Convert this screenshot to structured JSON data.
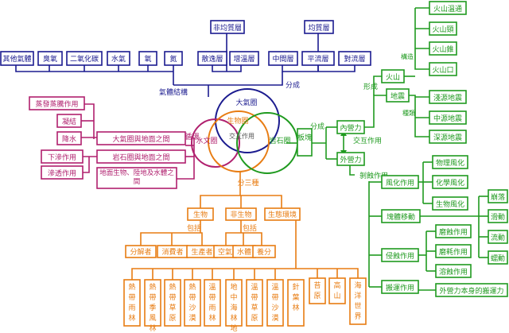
{
  "atmosphere": {
    "items": [
      "其他氣體",
      "臭氧",
      "二氧化碳",
      "水氣",
      "氧",
      "氮"
    ],
    "structure_label": "氣體結構",
    "divide_label": "分成",
    "non_uniform": {
      "title": "非均質層",
      "items": [
        "散逸層",
        "增溫層"
      ]
    },
    "uniform": {
      "title": "均質層",
      "items": [
        "中間層",
        "平流層",
        "對流層"
      ]
    }
  },
  "venn": {
    "atmosphere": "大氣圈",
    "hydrosphere": "水文圈",
    "biosphere": "生物圈",
    "lithosphere": "岩石圈",
    "center": "交互作用",
    "water_cycle": "水循環",
    "three_types": "分三種"
  },
  "water": {
    "processes": [
      "蒸發蒸騰作用",
      "凝結",
      "降水",
      "下滲作用",
      "滲透作用"
    ],
    "interfaces": [
      "大氣圈與地面之間",
      "岩石圈與地面之間",
      "地面生物、陸地及水體之間"
    ]
  },
  "biosphere_tree": {
    "categories": [
      "生物",
      "非生物",
      "生態環境"
    ],
    "includes": "包括",
    "organisms": [
      "分解者",
      "消費者",
      "生產者"
    ],
    "abiotic": [
      "空氣",
      "水體",
      "養分"
    ],
    "biomes": [
      "熱帶雨林",
      "熱帶季風林",
      "熱帶草原",
      "熱帶沙漠",
      "溫帶雨林",
      "地中海林地",
      "溫帶草原",
      "溫帶沙漠",
      "針葉林",
      "苔原",
      "高山",
      "海洋世界"
    ]
  },
  "lithosphere": {
    "plate": "板塊",
    "divide": "分成",
    "internal": "內營力",
    "interaction": "交互作用",
    "external": "外營力",
    "formation": "形成",
    "volcano": {
      "title": "火山",
      "structure": "構造",
      "items": [
        "火山溫通",
        "火山頸",
        "火山錐",
        "火山口"
      ]
    },
    "earthquake": {
      "title": "地震",
      "types": "種類",
      "items": [
        "淺源地震",
        "中源地震",
        "深源地震"
      ]
    },
    "erosion": "剝蝕作用",
    "weathering": {
      "title": "風化作用",
      "items": [
        "物理風化",
        "化學風化",
        "生物風化"
      ]
    },
    "mass_movement": {
      "title": "塊體移動",
      "items": [
        "崩落",
        "滑動",
        "流動",
        "蠕動"
      ]
    },
    "erosion_act": {
      "title": "侵蝕作用",
      "items": [
        "磨蝕作用",
        "磨耗作用",
        "溶蝕作用"
      ]
    },
    "transport": {
      "title": "搬運作用",
      "item": "外營力本身的搬運力"
    }
  }
}
